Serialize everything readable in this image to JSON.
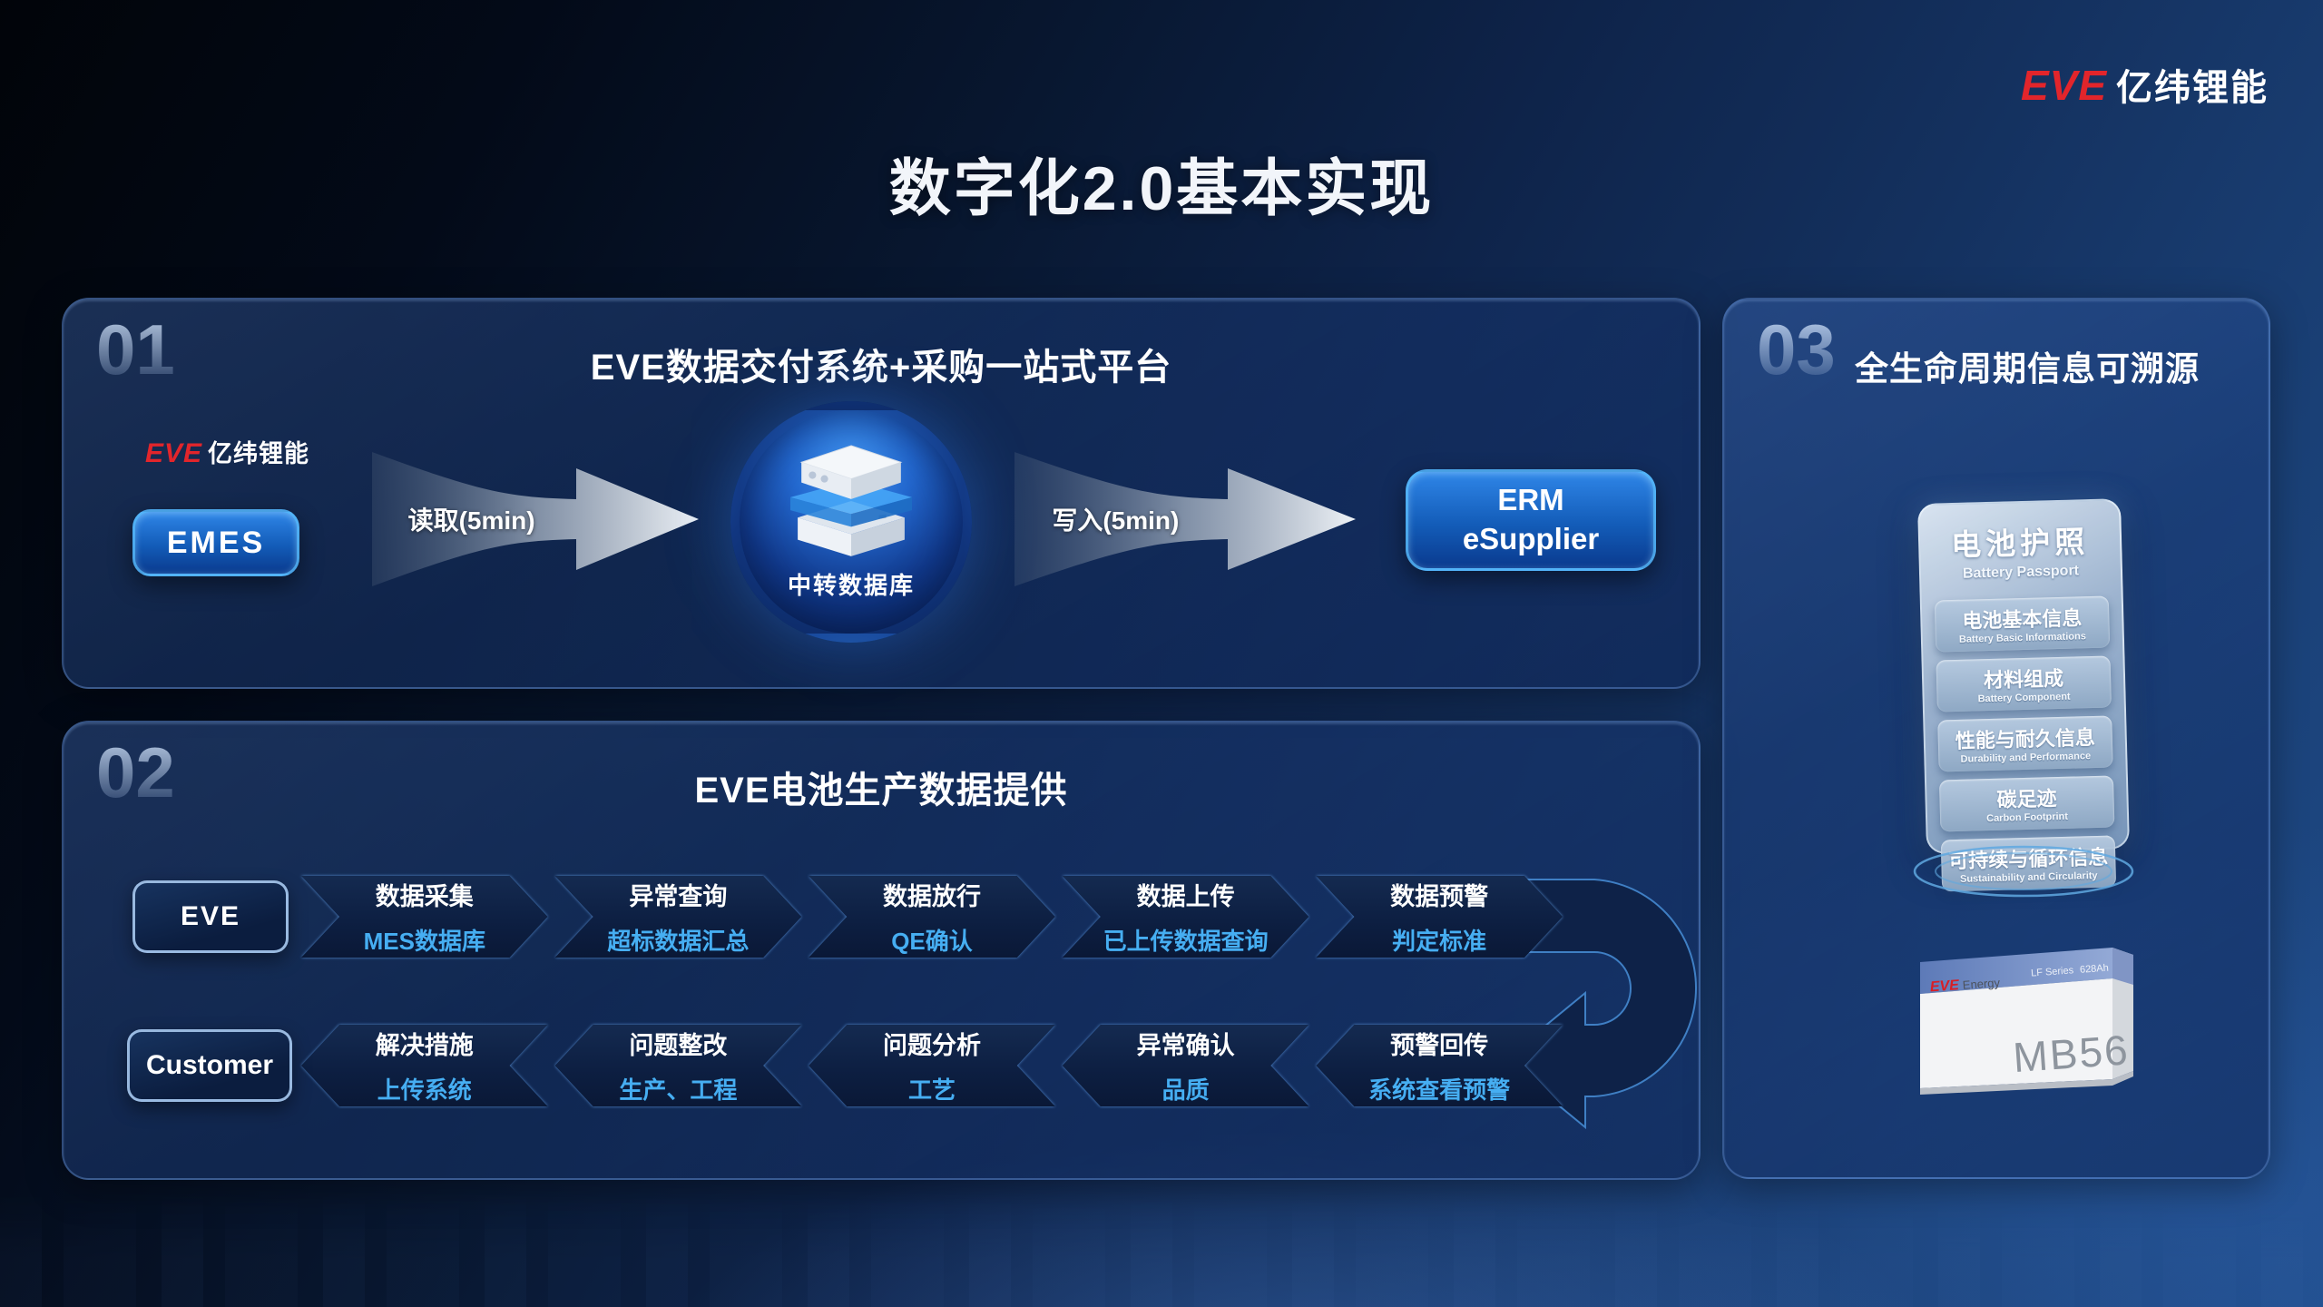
{
  "logo": {
    "brand": "EVE",
    "name": "亿纬锂能"
  },
  "title": "数字化2.0基本实现",
  "panels": {
    "p1": {
      "number": "01",
      "title": "EVE数据交付系统+采购一站式平台",
      "logo": {
        "brand": "EVE",
        "name": "亿纬锂能"
      },
      "emes": "EMES",
      "read_label": "读取(5min)",
      "hub_label": "中转数据库",
      "write_label": "写入(5min)",
      "erm_line1": "ERM",
      "erm_line2": "eSupplier"
    },
    "p2": {
      "number": "02",
      "title": "EVE电池生产数据提供",
      "eve_label": "EVE",
      "customer_label": "Customer",
      "eve_steps": [
        {
          "t": "数据采集",
          "s": "MES数据库"
        },
        {
          "t": "异常查询",
          "s": "超标数据汇总"
        },
        {
          "t": "数据放行",
          "s": "QE确认"
        },
        {
          "t": "数据上传",
          "s": "已上传数据查询"
        },
        {
          "t": "数据预警",
          "s": "判定标准"
        }
      ],
      "customer_steps": [
        {
          "t": "解决措施",
          "s": "上传系统"
        },
        {
          "t": "问题整改",
          "s": "生产、工程"
        },
        {
          "t": "问题分析",
          "s": "工艺"
        },
        {
          "t": "异常确认",
          "s": "品质"
        },
        {
          "t": "预警回传",
          "s": "系统查看预警"
        }
      ]
    },
    "p3": {
      "number": "03",
      "title": "全生命周期信息可溯源",
      "passport": {
        "title": "电池护照",
        "subtitle": "Battery Passport",
        "items": [
          {
            "cn": "电池基本信息",
            "en": "Battery Basic Informations"
          },
          {
            "cn": "材料组成",
            "en": "Battery Component"
          },
          {
            "cn": "性能与耐久信息",
            "en": "Durability and Performance"
          },
          {
            "cn": "碳足迹",
            "en": "Carbon Footprint"
          },
          {
            "cn": "可持续与循环信息",
            "en": "Sustainability and Circularity"
          }
        ]
      },
      "box": {
        "brand": "EVE",
        "brand_suffix": "Energy",
        "series": "LF Series",
        "capacity": "628Ah",
        "model": "MB56"
      }
    }
  },
  "colors": {
    "brand_red": "#e2252b",
    "cyan_accent": "#46aef2",
    "panel_border": "#78a5eb",
    "bg_deep": "#01040a",
    "bg_light": "#1f4b88"
  }
}
